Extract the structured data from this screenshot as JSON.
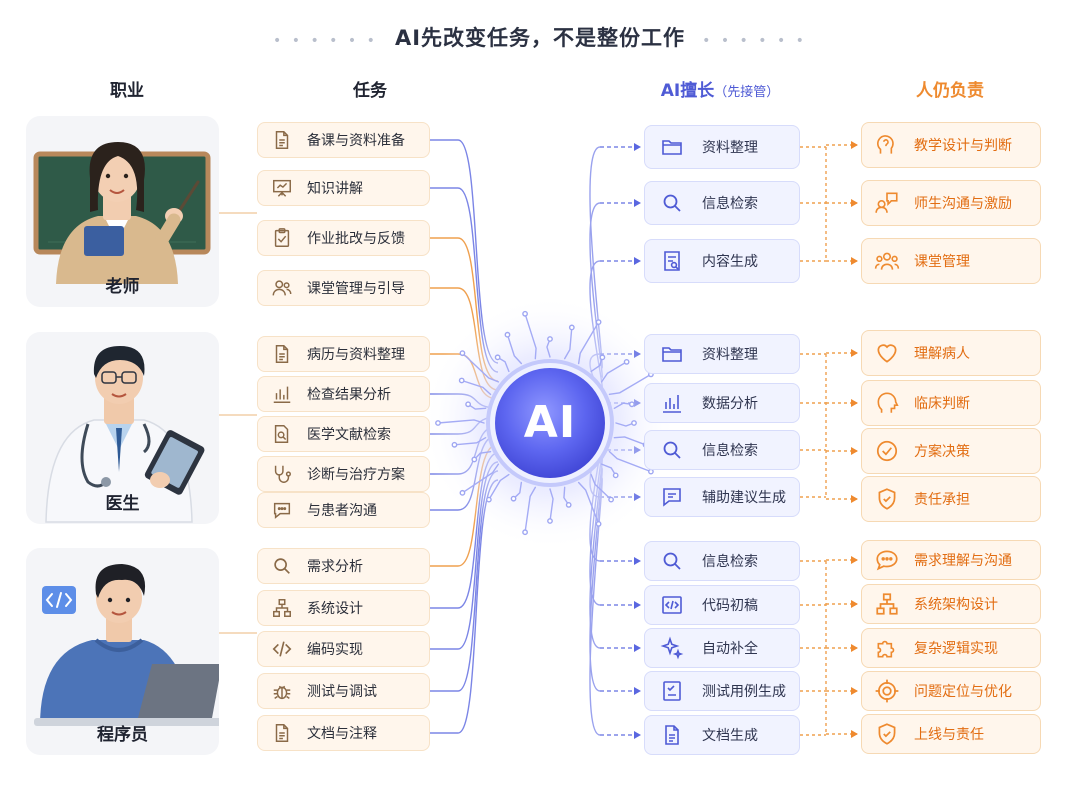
{
  "title": "AI先改变任务，不是整份工作",
  "headers": {
    "profession": "职业",
    "tasks": "任务",
    "ai": "AI擅长",
    "ai_sub": "（先接管）",
    "human": "人仍负责"
  },
  "hub_label": "AI",
  "colors": {
    "ai_accent": "#4f5bd5",
    "human_accent": "#ee8a2f",
    "task_bg": "#fff6ec",
    "ai_bg": "#f1f3ff",
    "title": "#2b3142"
  },
  "professions": [
    {
      "label": "老师",
      "icon": "teacher-illustration",
      "tasks": [
        {
          "label": "备课与资料准备",
          "icon": "document-icon"
        },
        {
          "label": "知识讲解",
          "icon": "presentation-board-icon"
        },
        {
          "label": "作业批改与反馈",
          "icon": "clipboard-check-icon"
        },
        {
          "label": "课堂管理与引导",
          "icon": "users-icon"
        }
      ],
      "ai_tasks": [
        {
          "label": "资料整理",
          "icon": "folder-icon"
        },
        {
          "label": "信息检索",
          "icon": "search-icon"
        },
        {
          "label": "内容生成",
          "icon": "content-generate-icon"
        }
      ],
      "human_tasks": [
        {
          "label": "教学设计与判断",
          "icon": "head-thinking-icon"
        },
        {
          "label": "师生沟通与激励",
          "icon": "people-chat-icon"
        },
        {
          "label": "课堂管理",
          "icon": "group-icon"
        }
      ]
    },
    {
      "label": "医生",
      "icon": "doctor-illustration",
      "tasks": [
        {
          "label": "病历与资料整理",
          "icon": "document-icon"
        },
        {
          "label": "检查结果分析",
          "icon": "bar-chart-icon"
        },
        {
          "label": "医学文献检索",
          "icon": "document-search-icon"
        },
        {
          "label": "诊断与治疗方案",
          "icon": "stethoscope-icon"
        },
        {
          "label": "与患者沟通",
          "icon": "chat-bubble-icon"
        }
      ],
      "ai_tasks": [
        {
          "label": "资料整理",
          "icon": "folder-icon"
        },
        {
          "label": "数据分析",
          "icon": "bar-chart-icon"
        },
        {
          "label": "信息检索",
          "icon": "search-icon"
        },
        {
          "label": "辅助建议生成",
          "icon": "message-icon"
        }
      ],
      "human_tasks": [
        {
          "label": "理解病人",
          "icon": "heart-icon"
        },
        {
          "label": "临床判断",
          "icon": "head-profile-icon"
        },
        {
          "label": "方案决策",
          "icon": "check-circle-icon"
        },
        {
          "label": "责任承担",
          "icon": "shield-check-icon"
        }
      ]
    },
    {
      "label": "程序员",
      "icon": "programmer-illustration",
      "tasks": [
        {
          "label": "需求分析",
          "icon": "search-icon"
        },
        {
          "label": "系统设计",
          "icon": "hierarchy-icon"
        },
        {
          "label": "编码实现",
          "icon": "code-icon"
        },
        {
          "label": "测试与调试",
          "icon": "bug-icon"
        },
        {
          "label": "文档与注释",
          "icon": "document-icon"
        }
      ],
      "ai_tasks": [
        {
          "label": "信息检索",
          "icon": "search-icon"
        },
        {
          "label": "代码初稿",
          "icon": "code-file-icon"
        },
        {
          "label": "自动补全",
          "icon": "sparkle-icon"
        },
        {
          "label": "测试用例生成",
          "icon": "checklist-icon"
        },
        {
          "label": "文档生成",
          "icon": "document-icon"
        }
      ],
      "human_tasks": [
        {
          "label": "需求理解与沟通",
          "icon": "chat-bubble-icon"
        },
        {
          "label": "系统架构设计",
          "icon": "hierarchy-icon"
        },
        {
          "label": "复杂逻辑实现",
          "icon": "puzzle-icon"
        },
        {
          "label": "问题定位与优化",
          "icon": "target-icon"
        },
        {
          "label": "上线与责任",
          "icon": "shield-check-icon"
        }
      ]
    }
  ]
}
